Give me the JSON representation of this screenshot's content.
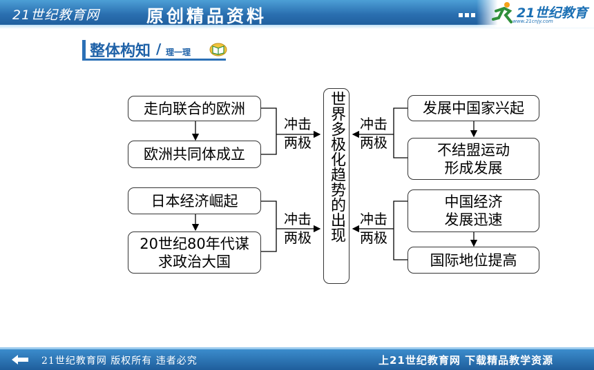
{
  "header": {
    "site_name": "21世纪教育网",
    "slogan": "原创精品资料",
    "logo_text": "21世纪教育",
    "logo_url": "www.21cnjy.com"
  },
  "section": {
    "title": "整体构知",
    "slash": "/",
    "subtitle": "理一理"
  },
  "diagram": {
    "center": "世界多极化趋势的出现",
    "left_top": {
      "upper": "走向联合的欧洲",
      "lower": "欧洲共同体成立"
    },
    "left_bottom": {
      "upper": "日本经济崛起",
      "lower_line1": "20世纪80年代谋",
      "lower_line2": "求政治大国"
    },
    "right_top": {
      "upper": "发展中国家兴起",
      "lower_line1": "不结盟运动",
      "lower_line2": "形成发展"
    },
    "right_bottom": {
      "upper_line1": "中国经济",
      "upper_line2": "发展迅速",
      "lower": "国际地位提高"
    },
    "connector_line1": "冲击",
    "connector_line2": "两极"
  },
  "footer": {
    "left": "21世纪教育网  版权所有  违者必究",
    "right": "上21世纪教育网  下载精品教学资源"
  },
  "colors": {
    "header": "#2a6fb0",
    "title": "#1f62a8",
    "footer": "#1f5e9c"
  }
}
